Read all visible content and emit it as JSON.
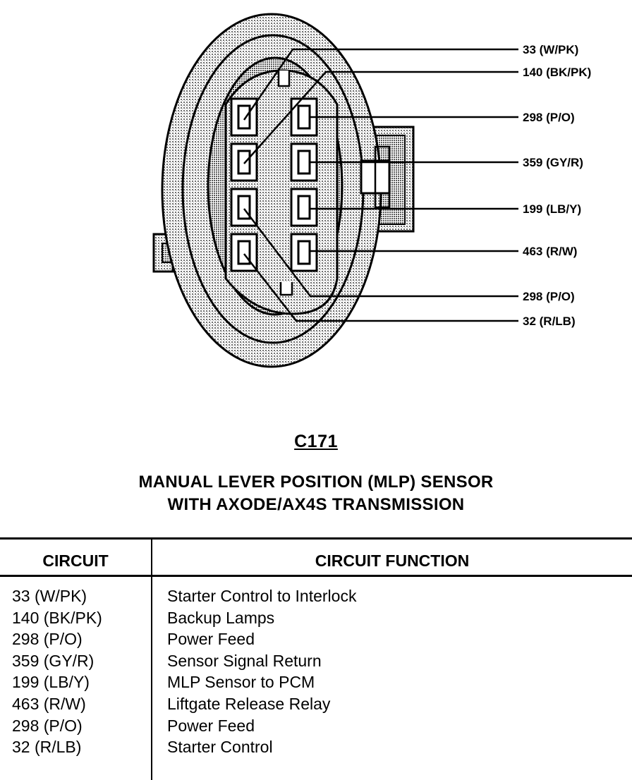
{
  "diagram": {
    "callouts": [
      {
        "label": "33 (W/PK)"
      },
      {
        "label": "140 (BK/PK)"
      },
      {
        "label": "298 (P/O)"
      },
      {
        "label": "359 (GY/R)"
      },
      {
        "label": "199 (LB/Y)"
      },
      {
        "label": "463 (R/W)"
      },
      {
        "label": "298 (P/O)"
      },
      {
        "label": "32 (R/LB)"
      }
    ]
  },
  "connector_id": "C171",
  "title_line1": "MANUAL LEVER POSITION (MLP) SENSOR",
  "title_line2": "WITH AXODE/AX4S TRANSMISSION",
  "table": {
    "headers": [
      "CIRCUIT",
      "CIRCUIT FUNCTION"
    ],
    "rows": [
      {
        "circuit": "33 (W/PK)",
        "function": "Starter Control to Interlock"
      },
      {
        "circuit": "140 (BK/PK)",
        "function": "Backup Lamps"
      },
      {
        "circuit": "298 (P/O)",
        "function": "Power Feed"
      },
      {
        "circuit": "359 (GY/R)",
        "function": "Sensor Signal Return"
      },
      {
        "circuit": "199 (LB/Y)",
        "function": "MLP Sensor to PCM"
      },
      {
        "circuit": "463 (R/W)",
        "function": "Liftgate Release Relay"
      },
      {
        "circuit": "298 (P/O)",
        "function": "Power Feed"
      },
      {
        "circuit": "32 (R/LB)",
        "function": "Starter Control"
      }
    ]
  }
}
